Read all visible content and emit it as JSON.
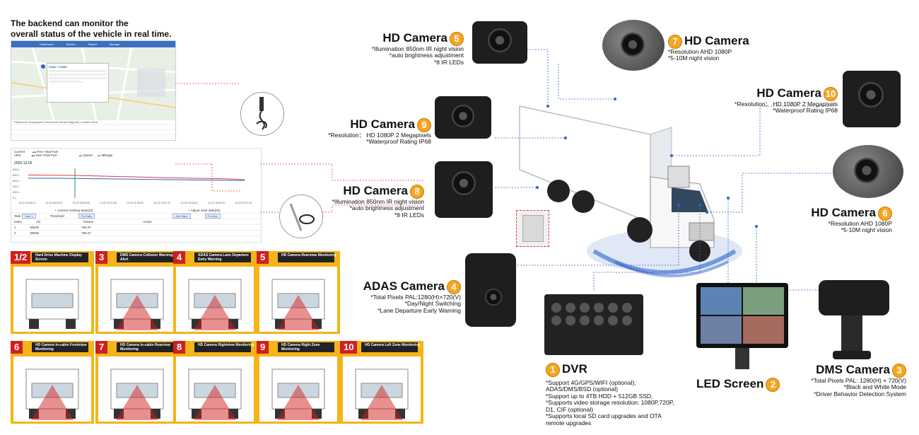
{
  "intro": {
    "line1": "The backend can monitor the",
    "line2": "overall status of the vehicle in real time."
  },
  "dashboard": {
    "nav": [
      "Dashboard",
      "Monitor",
      "Report",
      "Manage"
    ],
    "popup_title": "Fault: 7+6890",
    "table_header": "Plate(veh)   Groups(veh)   Driver(veh)   Device flag(veh)   Location   Area"
  },
  "fuel_chart": {
    "legend_current": "Current",
    "legend_after": "After",
    "series": [
      "Prev Total Fuel",
      "Next Total Fuel",
      "Speed",
      "Mileage"
    ],
    "date": "2025-12-02",
    "y_ticks": [
      "900 L",
      "800 L",
      "600 L",
      "400 L",
      "200 L",
      "0 L"
    ],
    "x_ticks": [
      "12-02 00:25:21",
      "12-02 06:25:21",
      "12-02 08:25:48",
      "12-02 10:21:48",
      "12-02 11:49:20",
      "12-02 13:57:47",
      "12-02 15:46:41",
      "12-02 18:02:29",
      "12-02 21:57:19"
    ],
    "current_marking": "+ Current marking data(22)",
    "adjust_marking": "+ Adjust mark data(22)",
    "tank_label": "Tank",
    "tank_value": "Tank 1",
    "threshold_label": "Threshold",
    "fix_button": "Fix Ratio",
    "add_button": "Add Mark",
    "preview_button": "Preview",
    "col_index": "Index",
    "col_ad": "AD",
    "col_volume": "Volume",
    "col_action": "Action",
    "rows": [
      [
        "1",
        "65535",
        "786.07"
      ],
      [
        "2",
        "65535",
        "786.07"
      ]
    ]
  },
  "chart_data": {
    "type": "line",
    "title": "",
    "x": [
      "12-02 00:25:21",
      "12-02 06:25:21",
      "12-02 08:25:48",
      "12-02 10:21:48",
      "12-02 11:49:20",
      "12-02 13:57:47",
      "12-02 15:46:41",
      "12-02 18:02:29",
      "12-02 21:57:19"
    ],
    "series": [
      {
        "name": "Prev Total Fuel",
        "values": [
          700,
          690,
          680,
          660,
          640,
          620,
          600,
          590,
          560
        ]
      },
      {
        "name": "Next Total Fuel",
        "values": [
          600,
          600,
          590,
          580,
          570,
          560,
          550,
          540,
          530
        ]
      }
    ],
    "ylim": [
      0,
      900
    ]
  },
  "tiles": [
    {
      "num": "1/2",
      "label": "Hard Drive Machine Display Screen"
    },
    {
      "num": "3",
      "label": "DMS Camera Collision Warning Alert"
    },
    {
      "num": "4",
      "label": "ADAS Camera Lane Departure Early Warning"
    },
    {
      "num": "5",
      "label": "HD Camera Rearview Monitoring"
    },
    {
      "num": "6",
      "label": "HD Camera In-cabin Frontview Monitoring"
    },
    {
      "num": "7",
      "label": "HD Camera In-cabin Rearview Monitoring"
    },
    {
      "num": "8",
      "label": "HD Camera Rightview Monitoring"
    },
    {
      "num": "9",
      "label": "HD Camera Right Zone Monitoring"
    },
    {
      "num": "10",
      "label": "HD Camera Left Zone Monitoring"
    }
  ],
  "cameras": {
    "c5": {
      "title": "HD Camera",
      "num": "5",
      "desc": [
        "*Illumination 850nm IR night vision",
        "*auto brightness adjustment",
        "*8 IR LEDs"
      ]
    },
    "c7": {
      "title": "HD Camera",
      "num": "7",
      "desc": [
        "*Resolution AHD 1080P",
        "*5-10M night vision"
      ]
    },
    "c9": {
      "title": "HD Camera",
      "num": "9",
      "desc": [
        "*Resolution： HD 1080P 2 Megapixels",
        "*Waterproof Rating IP68"
      ]
    },
    "c10": {
      "title": "HD Camera",
      "num": "10",
      "desc": [
        "*Resolution： HD 1080P 2 Megapixels",
        "*Waterproof Rating IP68"
      ]
    },
    "c8": {
      "title": "HD Camera",
      "num": "8",
      "desc": [
        "*Illumination 850nm IR night vision",
        "*auto brightness adjustment",
        "*8 IR LEDs"
      ]
    },
    "c6": {
      "title": "HD Camera",
      "num": "6",
      "desc": [
        "*Resolution AHD 1080P",
        "*5-10M night vision"
      ]
    },
    "c4": {
      "title": "ADAS Camera",
      "num": "4",
      "desc": [
        "*Total Pixels PAL:1280(H)×720(V)",
        "*Day/Night Switching",
        "*Lane Departure Early Warning"
      ]
    },
    "c1": {
      "title": "DVR",
      "num": "1",
      "desc": [
        "*Support 4G/GPS/WIFI (optional);",
        "ADAS/DMS/BSD (optional)",
        "*Support up to 4TB HDD + 512GB SSD,",
        "*Supports video storage resolution: 1080P,720P,",
        "D1, CIF (optional)",
        "*Supports local SD card upgrades and OTA",
        " remote upgrades"
      ]
    },
    "c2": {
      "title": "LED Screen",
      "num": "2"
    },
    "c3": {
      "title": "DMS Camera",
      "num": "3",
      "desc": [
        "*Total Pixels PAL: 1280(H) × 720(V)",
        "*Black and White Mode",
        "*Driver Behavior Detection System"
      ]
    }
  },
  "colors": {
    "accent_orange": "#f5a623",
    "tile_yellow": "#f5b418",
    "tile_red": "#d11f1f",
    "link_blue": "#2d62c8",
    "connector_red": "#e03a3a"
  }
}
